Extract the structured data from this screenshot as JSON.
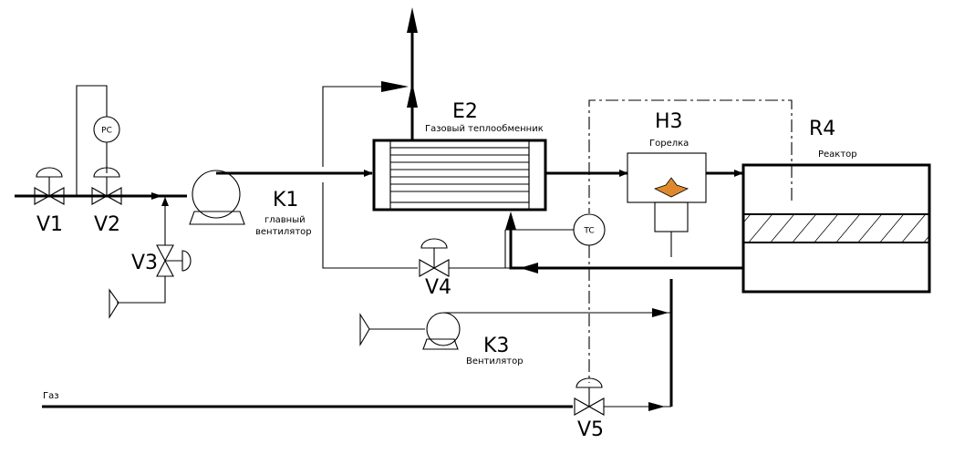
{
  "valves": {
    "v1": "V1",
    "v2": "V2",
    "v3": "V3",
    "v4": "V4",
    "v5": "V5"
  },
  "instruments": {
    "pc": "PC",
    "tc": "TC"
  },
  "equipment": {
    "k1": {
      "tag": "K1",
      "desc_line1": "главный",
      "desc_line2": "вентилятор"
    },
    "e2": {
      "tag": "E2",
      "desc": "Газовый теплообменник"
    },
    "h3": {
      "tag": "H3",
      "desc": "Горелка"
    },
    "r4": {
      "tag": "R4",
      "desc": "Реактор"
    },
    "k3": {
      "tag": "K3",
      "desc": "Вентилятор"
    }
  },
  "streams": {
    "gas": "Газ"
  }
}
